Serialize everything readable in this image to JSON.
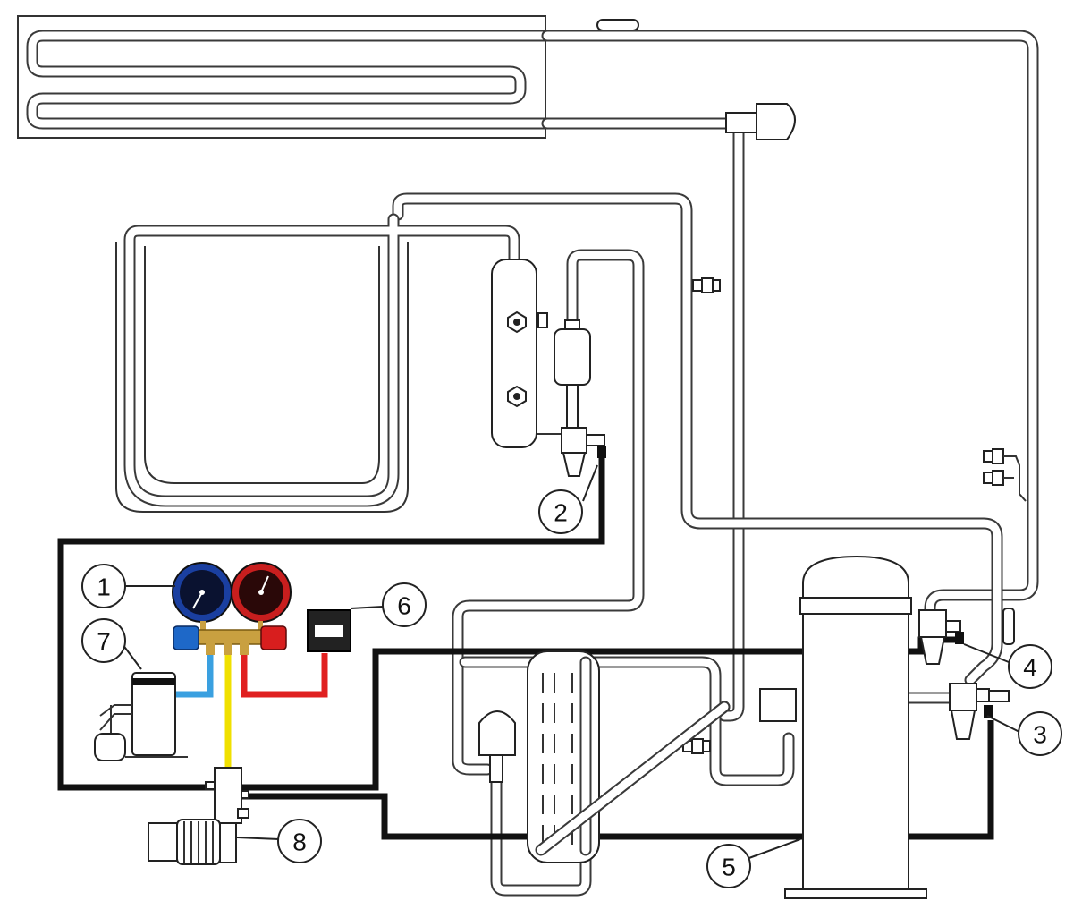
{
  "callouts": [
    {
      "id": "1",
      "label": "1"
    },
    {
      "id": "2",
      "label": "2"
    },
    {
      "id": "3",
      "label": "3"
    },
    {
      "id": "4",
      "label": "4"
    },
    {
      "id": "5",
      "label": "5"
    },
    {
      "id": "6",
      "label": "6"
    },
    {
      "id": "7",
      "label": "7"
    },
    {
      "id": "8",
      "label": "8"
    }
  ],
  "colors": {
    "service_line": "#111111",
    "low_side_hose": "#3aa0e0",
    "charging_hose": "#f0e000",
    "high_side_hose": "#e02020",
    "low_gauge": "#1a3fa0",
    "high_gauge": "#c81e1e",
    "brass": "#c9a040"
  },
  "components": [
    "manifold-gauge-set",
    "evaporator-service-valve",
    "discharge-service-valve",
    "suction-service-valve",
    "compressor",
    "electronic-scale",
    "refrigerant-recovery-unit",
    "vacuum-pump"
  ]
}
